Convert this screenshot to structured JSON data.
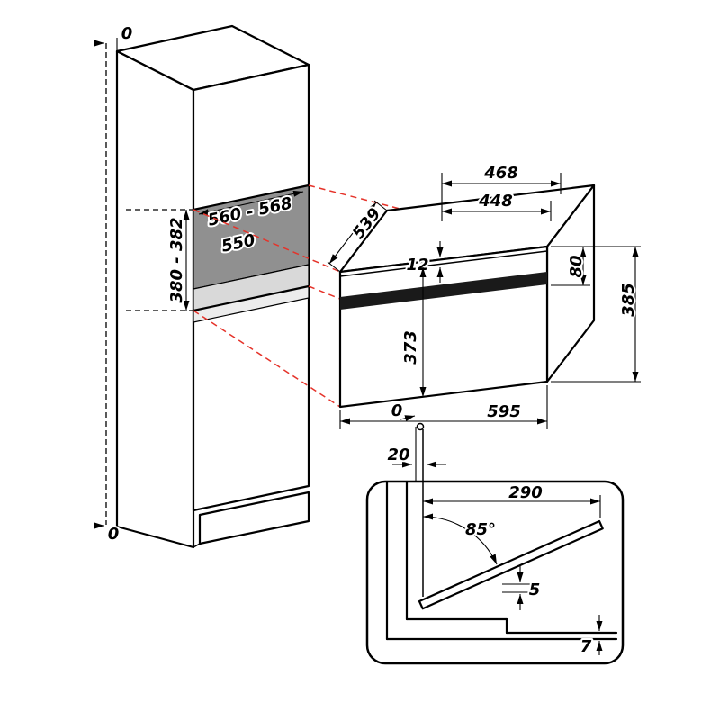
{
  "figure": {
    "title": "built-in compact oven installation drawing",
    "cabinet": {
      "top_clearance": "0",
      "bottom_clearance": "0",
      "niche_width": "560 - 568",
      "niche_depth": "550",
      "niche_height": "380 - 382"
    },
    "oven": {
      "depth_overall": "468",
      "depth_body": "448",
      "depth_top": "539",
      "top_strip": "12",
      "fascia_height": "80",
      "height": "385",
      "door_height": "373",
      "width": "595",
      "bottom_clearance": "0",
      "door_offset": "20"
    },
    "detail": {
      "door_projection": "290",
      "door_angle": "85°",
      "door_gap": "5",
      "bottom_gap": "7"
    },
    "colors": {
      "line": "#000000",
      "projection": "#e5332a",
      "niche_back": "#909090",
      "niche_shelf": "#d9d9d9",
      "shelf_edge": "#ececec",
      "handle": "#1a1a1a"
    }
  }
}
